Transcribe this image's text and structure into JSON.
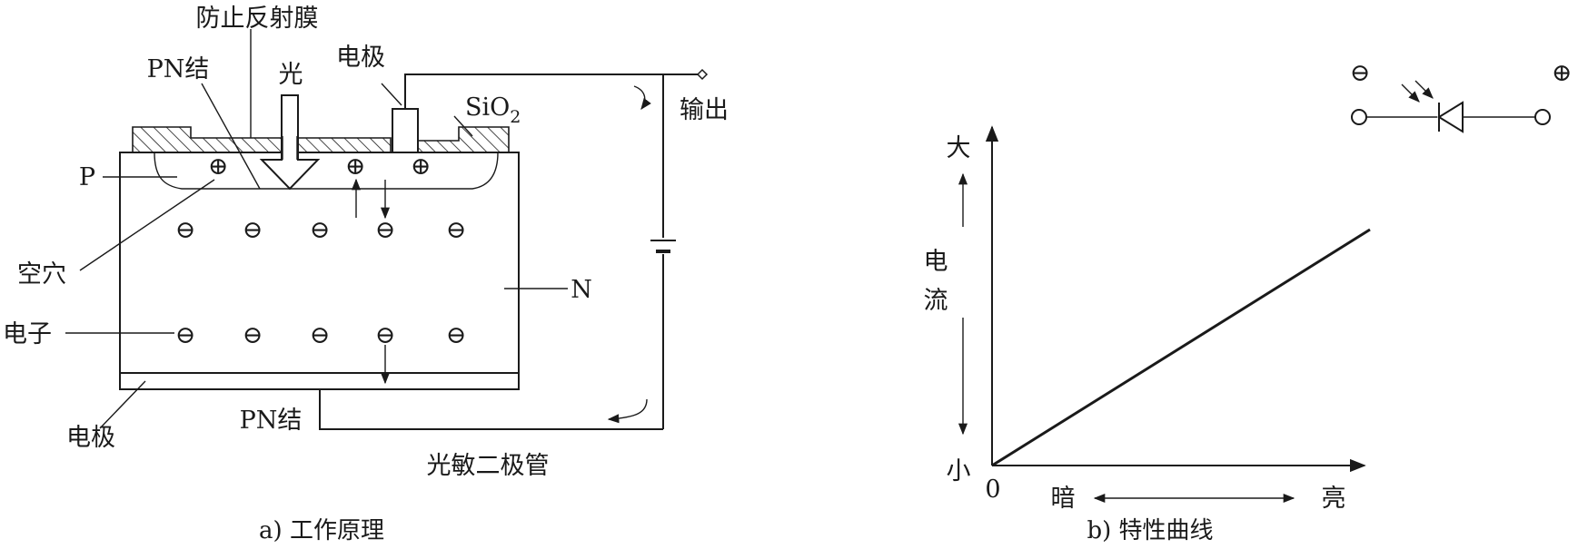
{
  "diagram_a": {
    "caption": "a) 工作原理",
    "labels": {
      "anti_reflective": "防止反射膜",
      "pn_junction_top": "PN结",
      "light": "光",
      "electrode_top": "电极",
      "sio2_main": "SiO",
      "sio2_sub": "2",
      "p_region": "P",
      "hole": "空穴",
      "electron": "电子",
      "electrode_bottom": "电极",
      "pn_junction_bottom": "PN结",
      "n_region": "N",
      "output": "输出",
      "device_name": "光敏二极管"
    },
    "symbols": {
      "hole": "⊕",
      "electron": "⊖"
    }
  },
  "diagram_b": {
    "caption": "b) 特性曲线",
    "labels": {
      "y_big": "大",
      "y_name_1": "电",
      "y_name_2": "流",
      "y_small": "小",
      "origin": "0",
      "x_dark": "暗",
      "x_bright": "亮",
      "minus": "⊖",
      "plus": "⊕"
    }
  }
}
